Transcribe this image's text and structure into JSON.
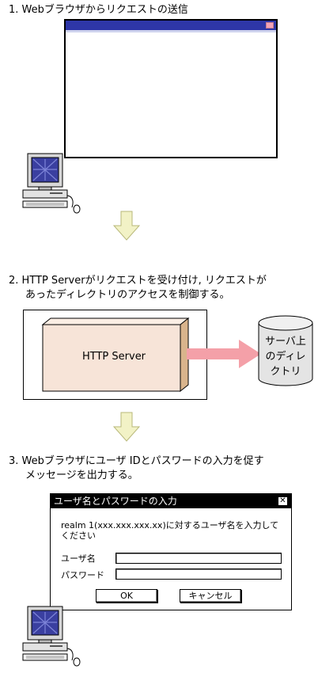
{
  "steps": [
    {
      "lines": [
        "1. Webブラウザからリクエストの送信"
      ]
    },
    {
      "lines": [
        "2. HTTP Serverがリクエストを受け付け, リクエストが",
        "あったディレクトリのアクセスを制御する。"
      ]
    },
    {
      "lines": [
        "3. Webブラウザにユーザ IDとパスワードの入力を促す",
        "メッセージを出力する。"
      ]
    }
  ],
  "server": {
    "label": "HTTP Server",
    "directory_lines": [
      "サーバ上",
      "のディレ",
      "クトリ"
    ]
  },
  "dialog": {
    "title": "ユーザ名とパスワードの入力",
    "close_glyph": "✕",
    "message_lines": [
      "realm 1(xxx.xxx.xxx.xx)に対するユーザ名を入力して",
      "ください"
    ],
    "username_label": "ユーザ名",
    "password_label": "パスワード",
    "ok_label": "OK",
    "cancel_label": "キャンセル"
  },
  "colors": {
    "titlebar_blue": "#2e36a7",
    "arrow_fill": "#f2f2c6",
    "server_box": "#f7e4d8",
    "server_side": "#d9b48c",
    "pink_arrow": "#f4a0a8",
    "cylinder": "#e4e4e4"
  },
  "icons": [
    "computer-icon",
    "down-arrow-icon",
    "database-cylinder-icon",
    "close-icon"
  ]
}
